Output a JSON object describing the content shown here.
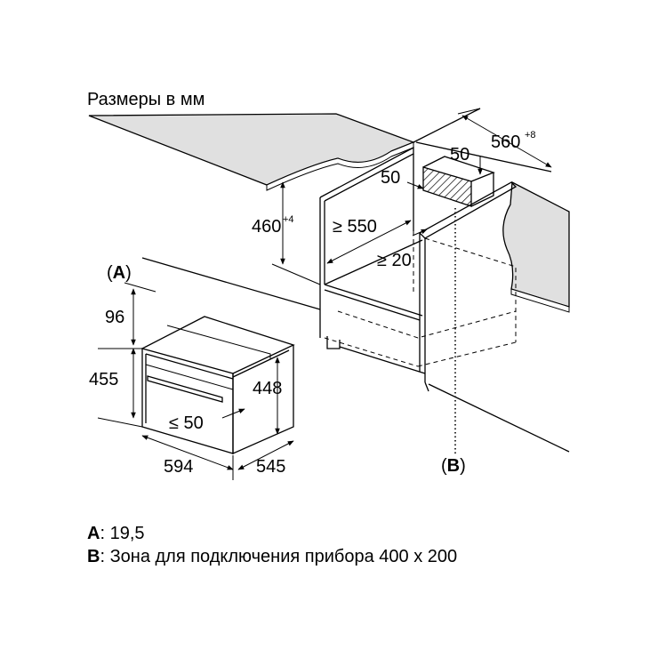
{
  "title": "Размеры в мм",
  "dimensions": {
    "niche_height": "460",
    "niche_height_tol": "+4",
    "niche_width": "560",
    "niche_width_tol": "+8",
    "top_depth_1": "50",
    "top_depth_2": "50",
    "niche_depth": "≥ 550",
    "front_gap": "≥ 20",
    "appliance_top": "96",
    "appliance_height_total": "455",
    "appliance_height_body": "448",
    "door_offset": "≤ 50",
    "appliance_width": "594",
    "appliance_depth": "545"
  },
  "markers": {
    "a_label": "(A)",
    "a_letter": "A",
    "b_label": "(B)",
    "b_letter": "B"
  },
  "legend": [
    {
      "key": "A",
      "text": ": 19,5"
    },
    {
      "key": "B",
      "text": ": Зона для подключения прибора 400 x 200"
    }
  ]
}
